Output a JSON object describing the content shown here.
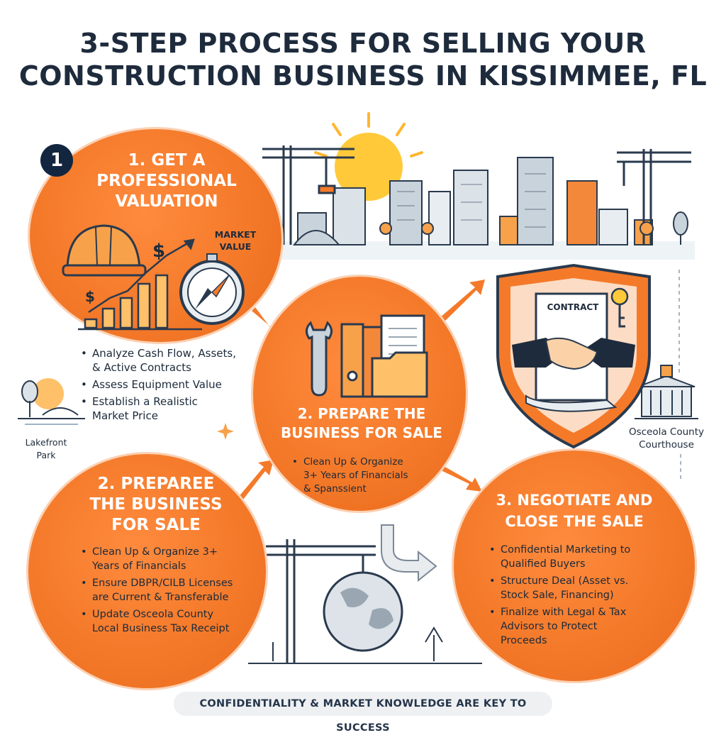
{
  "title": {
    "line1": "3-STEP PROCESS FOR SELLING YOUR",
    "line2": "CONSTRUCTION BUSINESS IN KISSIMMEE, FL"
  },
  "step1": {
    "badge": "1",
    "heading": [
      "1. GET A",
      "PROFESSIONAL",
      "VALUATION"
    ],
    "market_label": [
      "MARKET",
      "VALUE"
    ],
    "bullets": [
      [
        "Analyze Cash Flow, Assets,",
        "& Active Contracts"
      ],
      [
        "Assess Equipment Value"
      ],
      [
        "Establish a Realistic",
        "Market Price"
      ]
    ]
  },
  "step2_center": {
    "heading": [
      "2. PREPARE THE",
      "BUSINESS FOR SALE"
    ],
    "bullets": [
      [
        "Clean Up & Organize",
        "3+ Years of Financials",
        "& Spanssient"
      ]
    ]
  },
  "step2_lower": {
    "heading": [
      "2. PREPAREE",
      "THE BUSINESS",
      "FOR SALE"
    ],
    "bullets": [
      [
        "Clean Up & Organize 3+",
        "Years of Financials"
      ],
      [
        "Ensure DBPR/CILB Licenses",
        "are Current & Transferable"
      ],
      [
        "Update Osceola County",
        "Local Business Tax Receipt"
      ]
    ]
  },
  "step3": {
    "heading": [
      "3. NEGOTIATE AND",
      "CLOSE THE SALE"
    ],
    "contract_label": "CONTRACT",
    "bullets": [
      [
        "Confidential Marketing to",
        "Qualified Buyers"
      ],
      [
        "Structure Deal (Asset vs.",
        "Stock Sale, Financing)"
      ],
      [
        "Finalize with Legal & Tax",
        "Advisors to Protect",
        "Proceeds"
      ]
    ]
  },
  "landmarks": {
    "park": [
      "Lakefront",
      "Park"
    ],
    "courthouse": [
      "Osceola County",
      "Courthouse"
    ]
  },
  "footer": "CONFIDENTIALITY & MARKET KNOWLEDGE ARE KEY TO SUCCESS",
  "colors": {
    "orange": "#f47a2a",
    "navy": "#1e2b3c",
    "white": "#ffffff"
  },
  "icons": [
    "hard-hat-icon",
    "dollar-icon",
    "bar-chart-icon",
    "compass-icon",
    "wrench-icon",
    "binder-icon",
    "folder-icon",
    "document-icon",
    "contract-icon",
    "key-icon",
    "handshake-icon",
    "shield-icon",
    "crane-icon",
    "globe-icon",
    "sun-icon",
    "skyline-icon",
    "tree-icon",
    "courthouse-icon",
    "arrow-icon"
  ]
}
